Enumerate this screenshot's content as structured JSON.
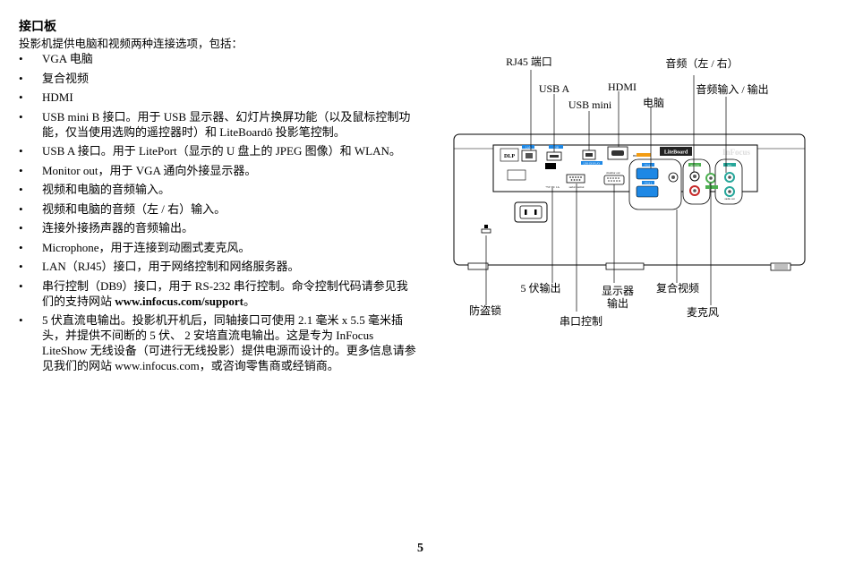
{
  "heading": "接口板",
  "intro": "投影机提供电脑和视频两种连接选项，包括：",
  "bullets": [
    {
      "text": "VGA 电脑"
    },
    {
      "text": "复合视频"
    },
    {
      "text": "HDMI"
    },
    {
      "text": "USB mini B 接口。用于 USB 显示器、幻灯片换屏功能（以及鼠标控制功能，仅当使用选购的遥控器时）和 LiteBoardô 投影笔控制。"
    },
    {
      "text": "USB A 接口。用于 LitePort（显示的 U 盘上的 JPEG 图像）和 WLAN。"
    },
    {
      "text": "Monitor out，用于 VGA 通向外接显示器。"
    },
    {
      "text": "视频和电脑的音频输入。"
    },
    {
      "text": "视频和电脑的音频（左 / 右）输入。"
    },
    {
      "text": "连接外接扬声器的音频输出。"
    },
    {
      "text": "Microphone，用于连接到动圈式麦克风。"
    },
    {
      "text": "LAN（RJ45）接口，用于网络控制和网络服务器。"
    },
    {
      "text": "串行控制（DB9）接口，用于 RS-232 串行控制。命令控制代码请参见我们的支持网站 ",
      "bold": "www.infocus.com/support",
      "after": "。"
    },
    {
      "text": "5 伏直流电输出。投影机开机后，同轴接口可使用 2.1 毫米 x 5.5 毫米插头，并提供不间断的 5 伏、 2 安培直流电输出。这是专为 InFocus LiteShow 无线设备（可进行无线投影）提供电源而设计的。更多信息请参见我们的网站 www.infocus.com，或咨询零售商或经销商。"
    }
  ],
  "bullet_symbol": "•",
  "diagram": {
    "labels": {
      "rj45": "RJ45 端口",
      "usb_a": "USB A",
      "hdmi": "HDMI",
      "usb_mini": "USB mini",
      "computer": "电脑",
      "audio_lr": "音频（左 / 右）",
      "audio_io": "音频输入 / 输出",
      "out_5v": "5 伏输出",
      "monitor_out_1": "显示器",
      "monitor_out_2": "输出",
      "composite": "复合视频",
      "security_lock": "防盗锁",
      "serial": "串口控制",
      "microphone": "麦克风"
    },
    "panel_text": {
      "lan": "LAN",
      "usb": "USB",
      "usb_display": "USB DISPLAY",
      "hdmi": "HDMI",
      "computer1": "VGA 1",
      "computer2": "VGA 2",
      "liteboard": "LiteBoard",
      "infocus": "InFocus",
      "v5dc": "+5V DC 1A",
      "serial_control": "serial control",
      "monitor_out": "monitor out",
      "audio_in": "audio in",
      "mic": "mic",
      "audio_out": "audio out"
    }
  },
  "page_number": "5"
}
